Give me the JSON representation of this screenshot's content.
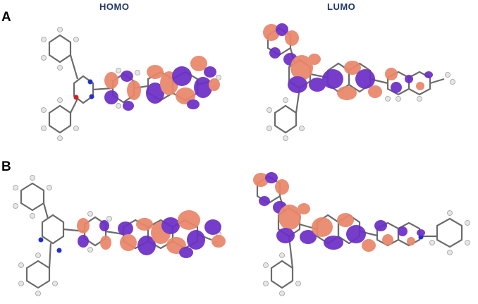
{
  "headers": {
    "homo": "HOMO",
    "lumo": "LUMO"
  },
  "rows": [
    {
      "label": "A"
    },
    {
      "label": "B"
    }
  ],
  "colors": {
    "lobe_positive": "#e9866a",
    "lobe_negative": "#6b2fc6",
    "bond": "#6b6b6b",
    "carbon": "#8c8c8c",
    "hydrogen": "#e6e6e6",
    "nitrogen": "#2032c8",
    "oxygen": "#d02020"
  }
}
